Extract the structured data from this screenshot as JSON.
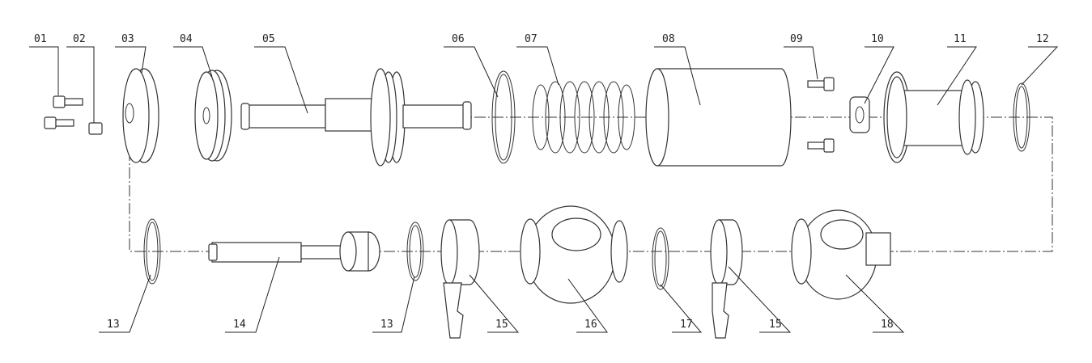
{
  "diagram": {
    "type": "exploded-assembly-drawing",
    "top_labels": [
      "01",
      "02",
      "03",
      "04",
      "05",
      "06",
      "07",
      "08",
      "09",
      "10",
      "11",
      "12"
    ],
    "bottom_labels": [
      "13",
      "14",
      "13",
      "15",
      "16",
      "17",
      "15",
      "18"
    ]
  }
}
